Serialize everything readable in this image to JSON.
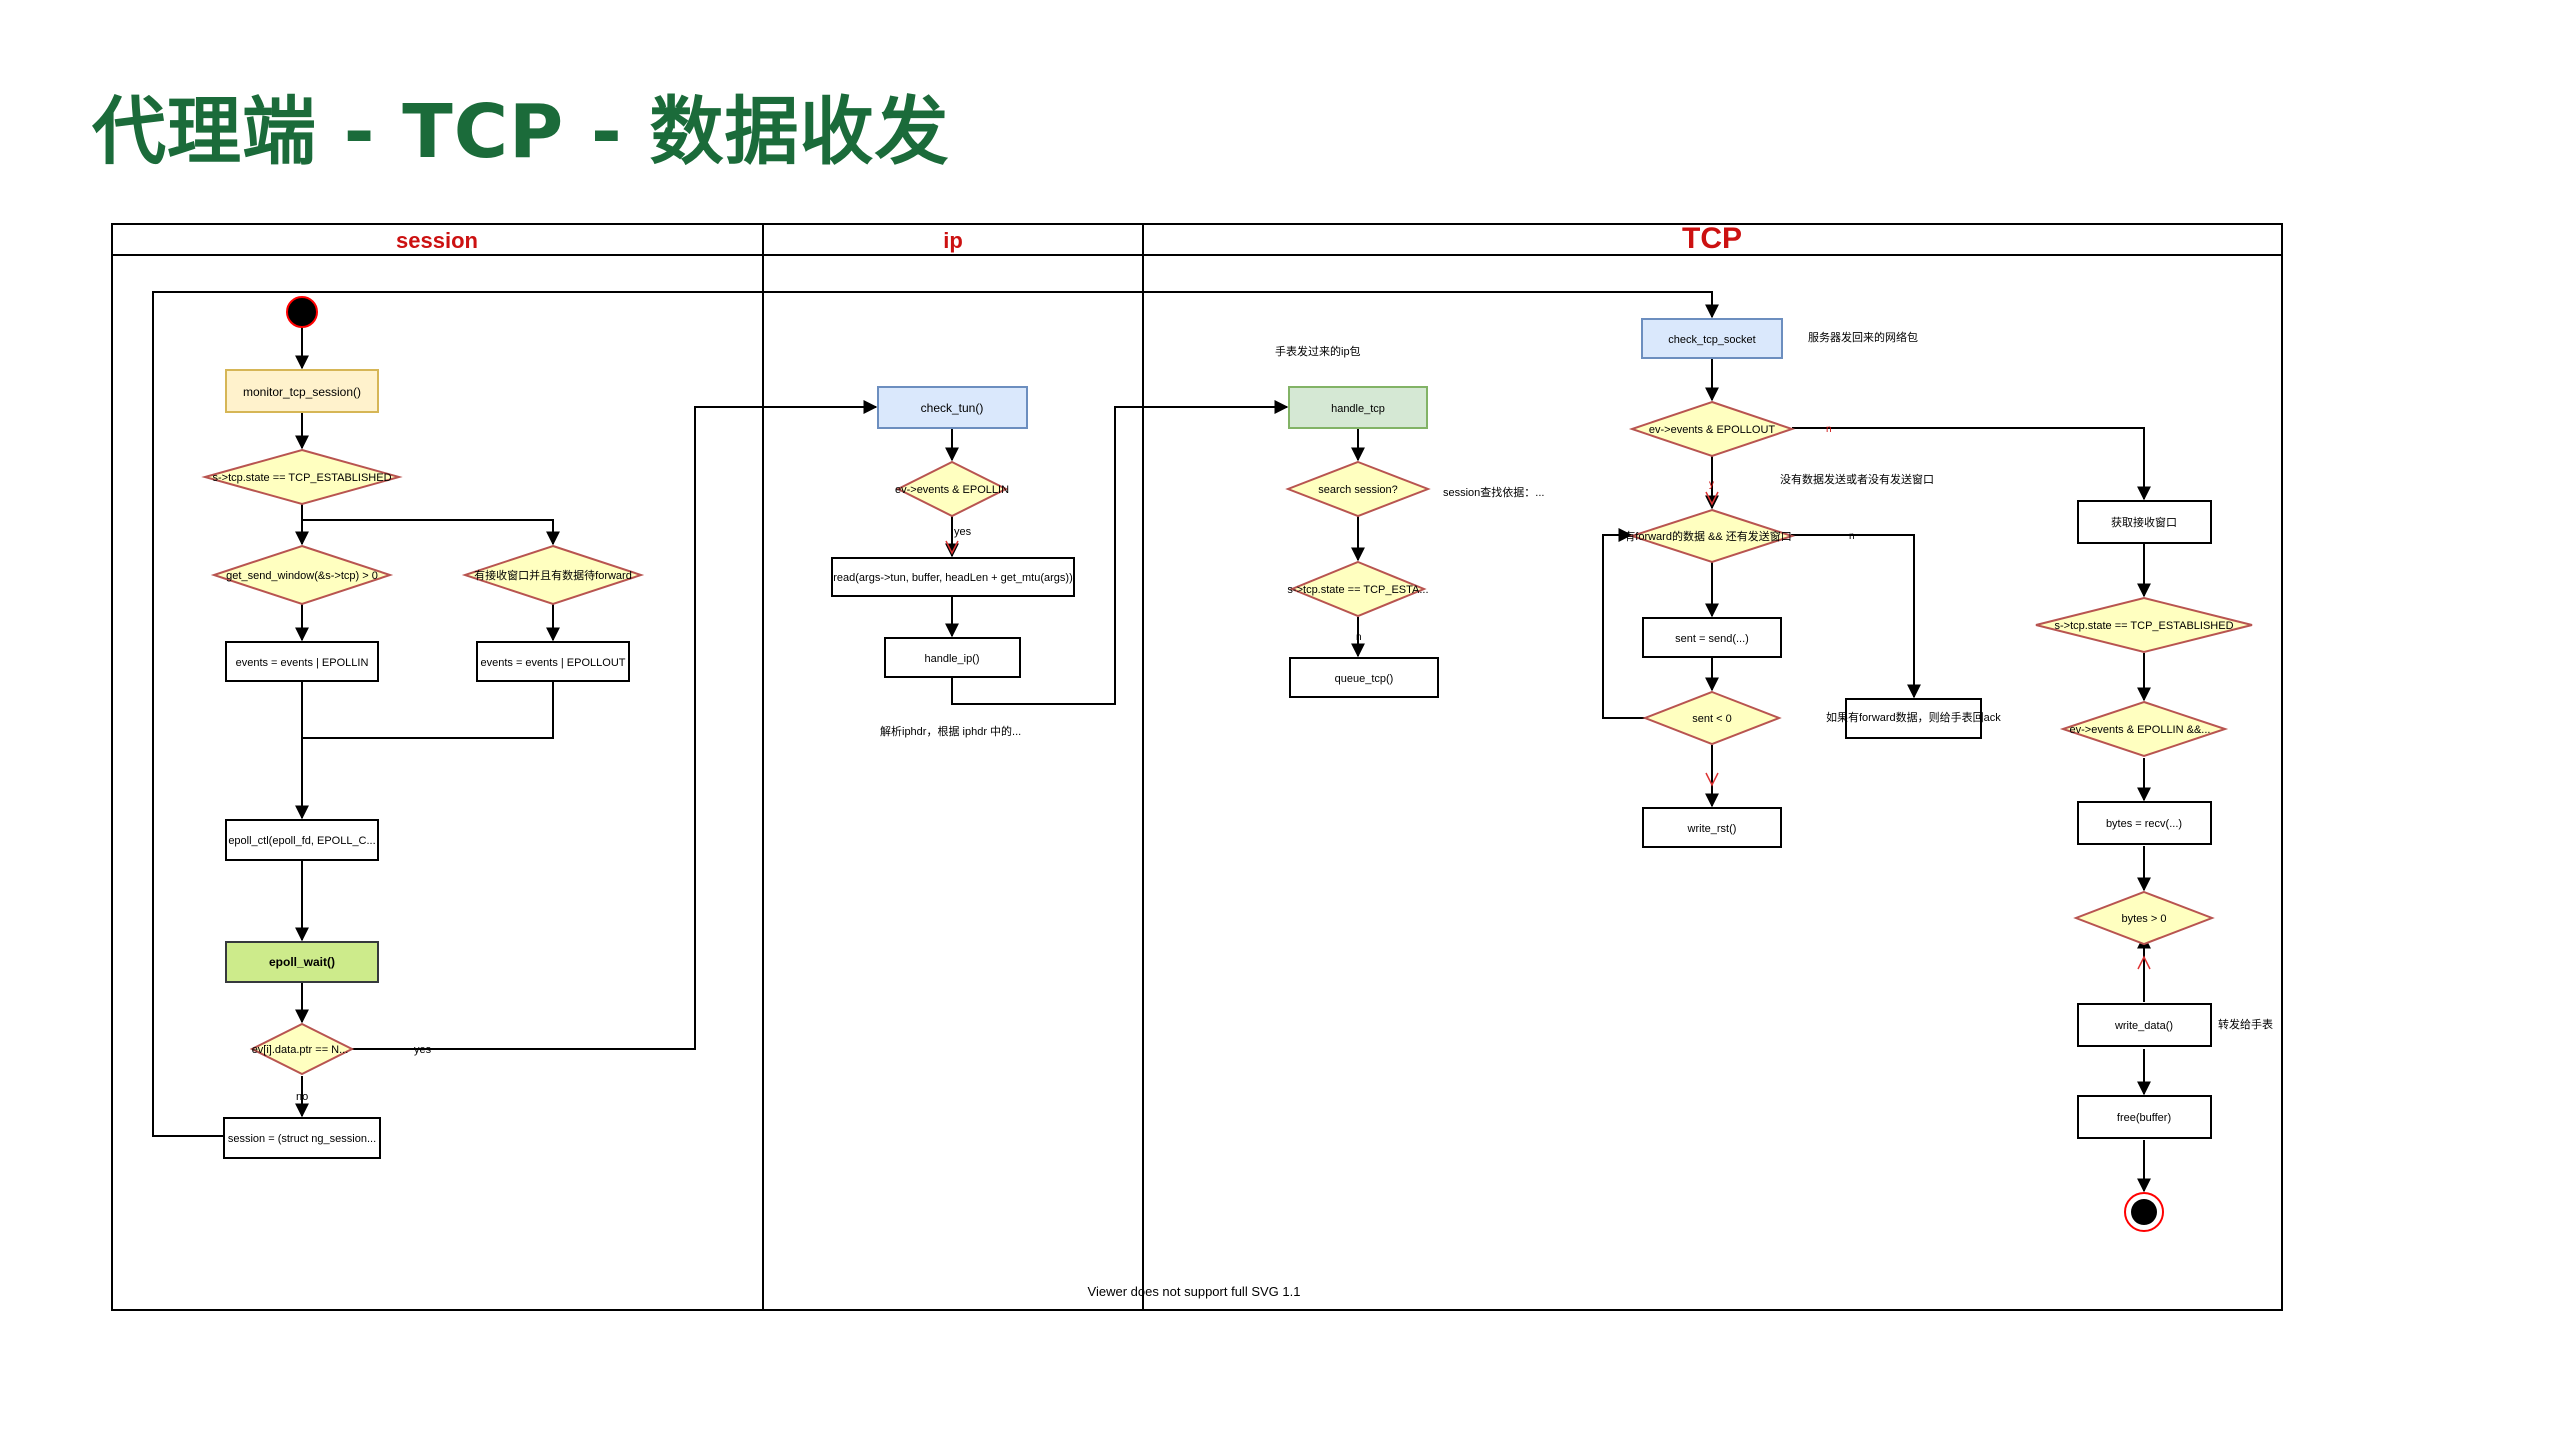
{
  "page": {
    "title": "代理端 - TCP - 数据收发"
  },
  "colors": {
    "title_green": "#1b6b3a",
    "lane_red": "#cc1111",
    "diamond_fill": "#ffffc0",
    "diamond_stroke": "#b85450",
    "yellow_fill": "#fff2cc",
    "blue_fill": "#dae8fc",
    "green_fill": "#d5e8d4",
    "lime_fill": "#cdeb8b"
  },
  "lanes": {
    "session": "session",
    "ip": "ip",
    "tcp": "TCP"
  },
  "session": {
    "monitor": "monitor_tcp_session()",
    "state_check": "s->tcp.state == TCP_ESTABLISHED",
    "send_window_check": "get_send_window(&s->tcp) > 0",
    "recv_window_check": "有接收窗口并且有数据待forward",
    "events_in": "events = events | EPOLLIN",
    "events_out": "events = events | EPOLLOUT",
    "epoll_ctl": "epoll_ctl(epoll_fd, EPOLL_C...",
    "epoll_wait": "epoll_wait()",
    "data_ptr_check": "ev[i].data.ptr == N...",
    "yes": "yes",
    "no": "no",
    "session_assign": "session = (struct ng_session..."
  },
  "ip": {
    "check_tun": "check_tun()",
    "epollin_check": "ev->events & EPOLLIN",
    "yes": "yes",
    "read": "read(args->tun, buffer, headLen + get_mtu(args))",
    "handle_ip": "handle_ip()",
    "note": "解析iphdr，根据 iphdr 中的..."
  },
  "tcp": {
    "phone_note": "手表发过来的ip包",
    "handle_tcp": "handle_tcp",
    "search_session": "search session?",
    "search_note": "session查找依据：...",
    "state_esta": "s->tcp.state == TCP_ESTA...",
    "n_label": "n",
    "queue_tcp": "queue_tcp()",
    "check_tcp_socket": "check_tcp_socket",
    "server_note": "服务器发回来的网络包",
    "epollout_check": "ev->events & EPOLLOUT",
    "y": "y",
    "n": "n",
    "no_data_note": "没有数据发送或者没有发送窗口",
    "forward_check": "有forward的数据 && 还有发送窗口",
    "send": "sent = send(...)",
    "sent_check": "sent < 0",
    "ack_note": "如果有forward数据，则给手表回ack",
    "write_rst": "write_rst()",
    "get_recv_window": "获取接收窗口",
    "state_established": "s->tcp.state == TCP_ESTABLISHED",
    "epollin_and": "ev->events & EPOLLIN &&...",
    "recv": "bytes = recv(...)",
    "bytes_check": "bytes > 0",
    "write_data": "write_data()",
    "forward_note": "转发给手表",
    "free": "free(buffer)"
  },
  "footer": {
    "viewer_note": "Viewer does not support full SVG 1.1"
  }
}
